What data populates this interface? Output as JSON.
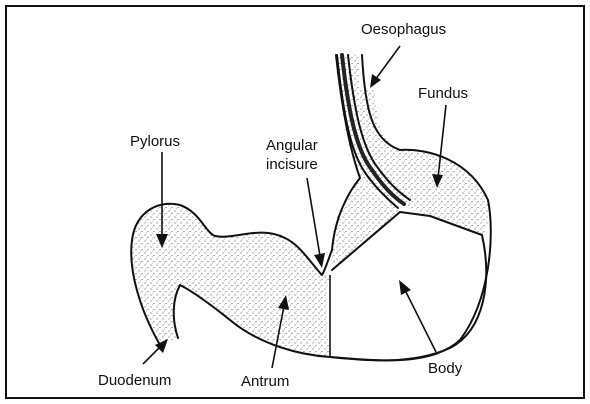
{
  "labels": {
    "oesophagus": "Oesophagus",
    "fundus": "Fundus",
    "pylorus": "Pylorus",
    "angular_incisure_line1": "Angular",
    "angular_incisure_line2": "incisure",
    "duodenum": "Duodenum",
    "antrum": "Antrum",
    "body": "Body"
  },
  "colors": {
    "ink": "#111111",
    "background": "#ffffff",
    "stipple": "#333333"
  }
}
